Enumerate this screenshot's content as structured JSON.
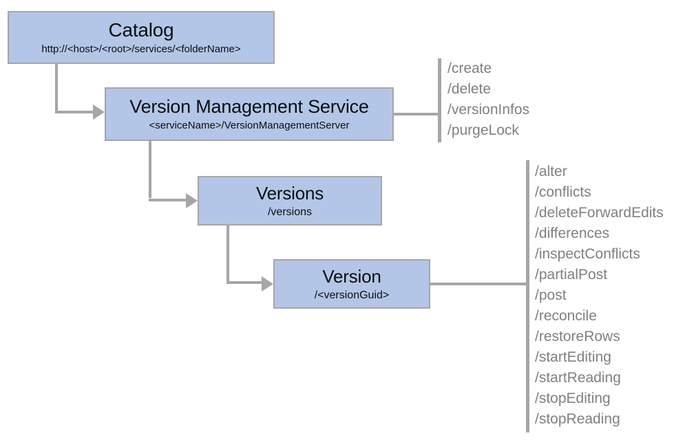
{
  "diagram": {
    "nodes": [
      {
        "id": "catalog",
        "title": "Catalog",
        "subtitle": "http://<host>/<root>/services/<folderName>"
      },
      {
        "id": "version-management-service",
        "title": "Version Management Service",
        "subtitle": "<serviceName>/VersionManagementServer"
      },
      {
        "id": "versions",
        "title": "Versions",
        "subtitle": "/versions"
      },
      {
        "id": "version",
        "title": "Version",
        "subtitle": "/<versionGuid>"
      }
    ],
    "service_operations": [
      "/create",
      "/delete",
      "/versionInfos",
      "/purgeLock"
    ],
    "version_operations": [
      "/alter",
      "/conflicts",
      "/deleteForwardEdits",
      "/differences",
      "/inspectConflicts",
      "/partialPost",
      "/post",
      "/reconcile",
      "/restoreRows",
      "/startEditing",
      "/startReading",
      "/stopEditing",
      "/stopReading"
    ],
    "colors": {
      "node_fill": "#b3c6e7",
      "node_border": "#a6a6a6",
      "connector": "#a6a6a6",
      "node_text": "#0d0d0d",
      "operation_text": "#808080",
      "background": "#ffffff"
    }
  }
}
